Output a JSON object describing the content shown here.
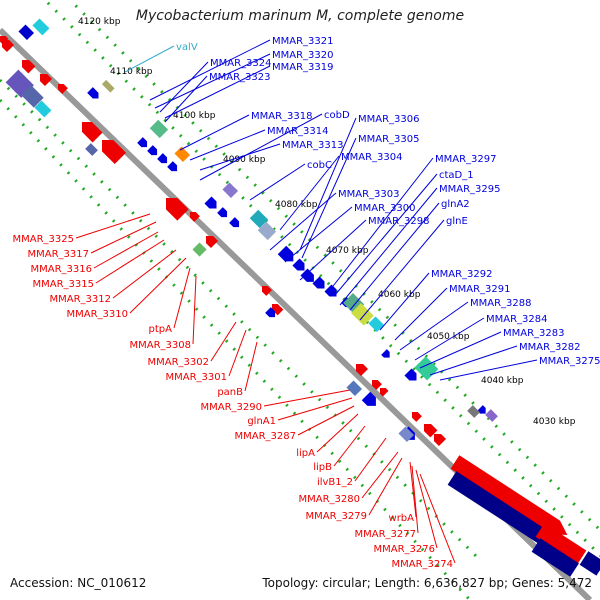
{
  "title": "Mycobacterium marinum M, complete genome",
  "accession": "Accession: NC_010612",
  "summary": "Topology: circular; Length: 6,636,827 bp; Genes: 5,472",
  "scale_ticks": [
    "4120 kbp",
    "4110 kbp",
    "4100 kbp",
    "4090 kbp",
    "4080 kbp",
    "4070 kbp",
    "4060 kbp",
    "4050 kbp",
    "4040 kbp",
    "4030 kbp"
  ],
  "colors": {
    "forward": "#0000dd",
    "reverse": "#ee0000",
    "trna": "#33aacc",
    "backbone": "#888888",
    "tick": "#228822"
  },
  "forward_labels": [
    "MMAR_3321",
    "MMAR_3320",
    "MMAR_3324",
    "MMAR_3319",
    "MMAR_3323",
    "MMAR_3318",
    "cobD",
    "MMAR_3306",
    "MMAR_3314",
    "MMAR_3305",
    "MMAR_3313",
    "cobC",
    "MMAR_3304",
    "MMAR_3297",
    "ctaD_1",
    "MMAR_3303",
    "MMAR_3295",
    "MMAR_3300",
    "glnA2",
    "MMAR_3298",
    "glnE",
    "MMAR_3292",
    "MMAR_3291",
    "MMAR_3288",
    "MMAR_3284",
    "MMAR_3283",
    "MMAR_3282",
    "MMAR_3275"
  ],
  "trna_labels": [
    "valV"
  ],
  "reverse_labels": [
    "MMAR_3325",
    "MMAR_3317",
    "MMAR_3316",
    "MMAR_3315",
    "MMAR_3312",
    "MMAR_3310",
    "ptpA",
    "MMAR_3308",
    "MMAR_3302",
    "MMAR_3301",
    "panB",
    "MMAR_3290",
    "glnA1",
    "MMAR_3287",
    "lipA",
    "lipB",
    "ilvB1_2",
    "MMAR_3280",
    "MMAR_3279",
    "wrbA",
    "MMAR_3277",
    "MMAR_3276",
    "MMAR_3274"
  ]
}
